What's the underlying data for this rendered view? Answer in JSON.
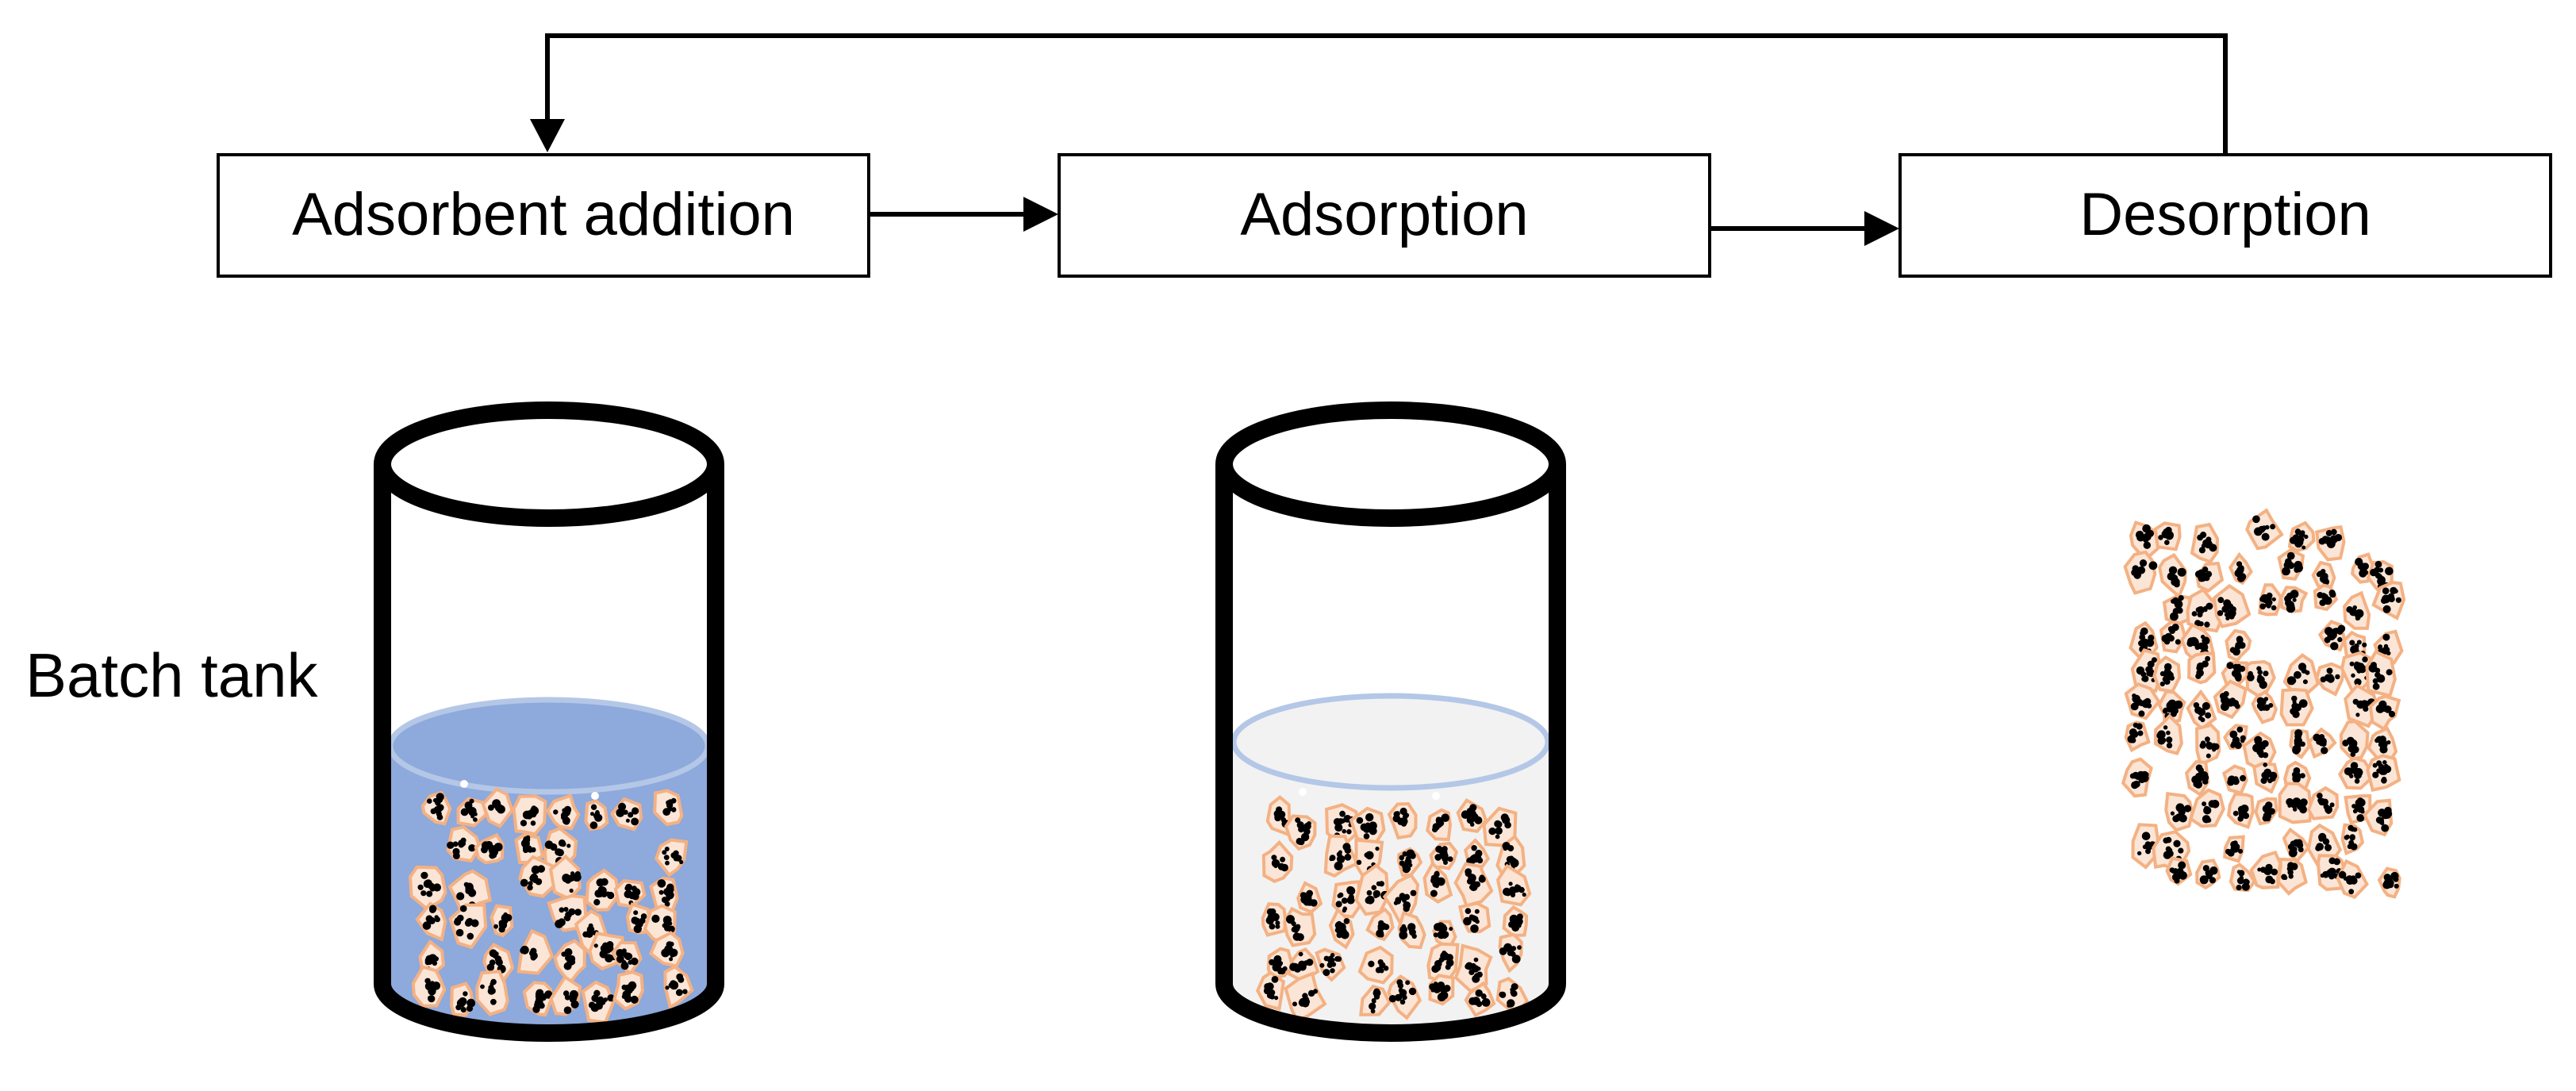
{
  "steps": [
    {
      "id": "adsorbent-addition",
      "label": "Adsorbent addition"
    },
    {
      "id": "adsorption",
      "label": "Adsorption"
    },
    {
      "id": "desorption",
      "label": "Desorption"
    }
  ],
  "row_label": "Batch tank",
  "colors": {
    "line": "#000000",
    "liquid_blue": "#8EA9DB",
    "liquid_blue_rim": "#B4C7E7",
    "liquid_clear": "#F2F2F2",
    "liquid_clear_rim": "#B4C7E7",
    "particle_fill": "#000000",
    "particle_outline": "#F4B183",
    "particle_face": "#FBE5D6"
  },
  "icons": [
    "tank-icon",
    "adsorbent-particles-icon",
    "flow-arrow-icon",
    "recycle-arrow-icon"
  ]
}
